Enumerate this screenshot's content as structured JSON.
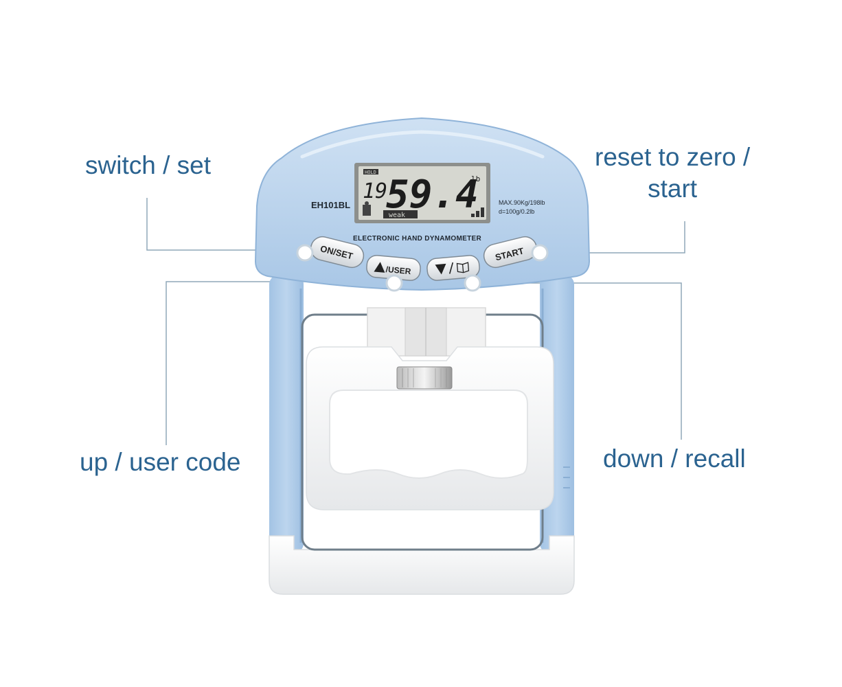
{
  "callouts": {
    "switch_set": "switch / set",
    "reset_start_line1": "reset to zero /",
    "reset_start_line2": "start",
    "up_user": "up / user code",
    "down_recall": "down / recall"
  },
  "device": {
    "model": "EH101BL",
    "title": "ELECTRONIC HAND DYNAMOMETER",
    "spec_line1": "MAX.90Kg/198lb",
    "spec_line2": "d=100g/0.2lb",
    "lcd": {
      "hold": "HOLD",
      "user_code": "19",
      "reading": "59.4",
      "unit": "lb",
      "rating": "weak"
    },
    "buttons": {
      "on_set": "ON/SET",
      "user": "/USER",
      "start": "START"
    }
  },
  "colors": {
    "callout_text": "#2b6390",
    "leader_line": "#8fa7b8",
    "body_blue": "#b9d3ec",
    "body_blue_dark": "#93b6d9",
    "grip_white": "#f6f6f6",
    "lcd_bg": "#d6d7d0"
  }
}
